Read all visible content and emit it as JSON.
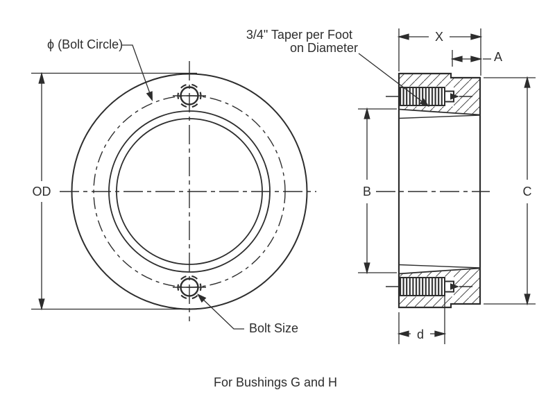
{
  "front_view": {
    "od_label": "OD",
    "bolt_circle_label": "ϕ (Bolt Circle)",
    "bolt_size_label": "Bolt Size"
  },
  "side_view": {
    "taper_note_line1": "3/4\" Taper per Foot",
    "taper_note_line2": "on Diameter",
    "dim_x": "X",
    "dim_a": "A",
    "dim_b": "B",
    "dim_c": "C",
    "dim_d": "d"
  },
  "caption": "For Bushings G and H",
  "colors": {
    "line": "#2d2d2d",
    "hatch": "#4a4a4a",
    "background": "#ffffff"
  }
}
